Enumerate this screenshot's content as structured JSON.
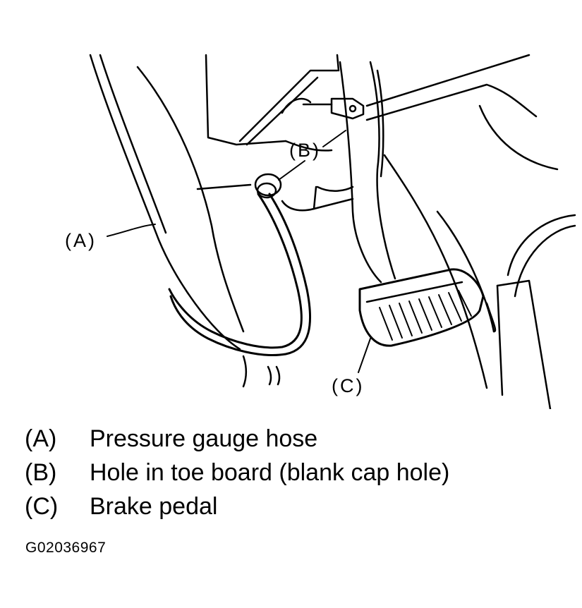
{
  "callouts": {
    "a": "(A)",
    "b": "(B)",
    "c": "(C)"
  },
  "legend": [
    {
      "key": "(A)",
      "text": "Pressure gauge hose"
    },
    {
      "key": "(B)",
      "text": "Hole in toe board (blank cap hole)"
    },
    {
      "key": "(C)",
      "text": "Brake pedal"
    }
  ],
  "figure_id": "G02036967"
}
